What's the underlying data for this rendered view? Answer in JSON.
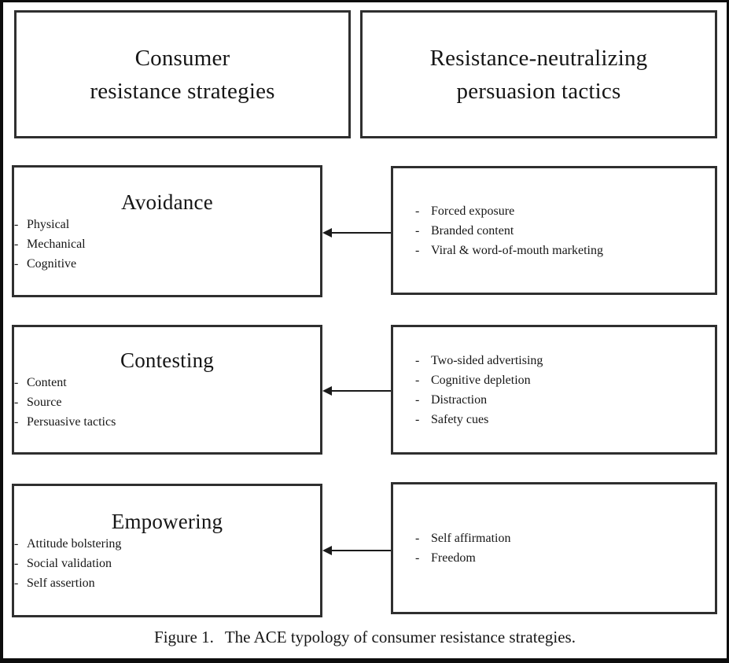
{
  "figure": {
    "headers": {
      "left": "Consumer\nresistance strategies",
      "right": "Resistance-neutralizing\npersuasion tactics"
    },
    "bullet_marker": "-",
    "rows": [
      {
        "strategy": {
          "title": "Avoidance",
          "items": [
            "Physical",
            "Mechanical",
            "Cognitive"
          ]
        },
        "tactics": {
          "items": [
            "Forced exposure",
            "Branded content",
            "Viral & word-of-mouth marketing"
          ]
        }
      },
      {
        "strategy": {
          "title": "Contesting",
          "items": [
            "Content",
            "Source",
            "Persuasive tactics"
          ]
        },
        "tactics": {
          "items": [
            "Two-sided advertising",
            "Cognitive depletion",
            "Distraction",
            "Safety cues"
          ]
        }
      },
      {
        "strategy": {
          "title": "Empowering",
          "items": [
            "Attitude bolstering",
            "Social validation",
            "Self assertion"
          ]
        },
        "tactics": {
          "items": [
            "Self affirmation",
            "Freedom"
          ]
        }
      }
    ],
    "caption": {
      "label": "Figure 1.",
      "text": "The ACE typology of consumer resistance strategies."
    },
    "colors": {
      "frame": "#0d0d0d",
      "box_border": "#2f2f2f",
      "text": "#161616",
      "background": "#ffffff"
    }
  }
}
